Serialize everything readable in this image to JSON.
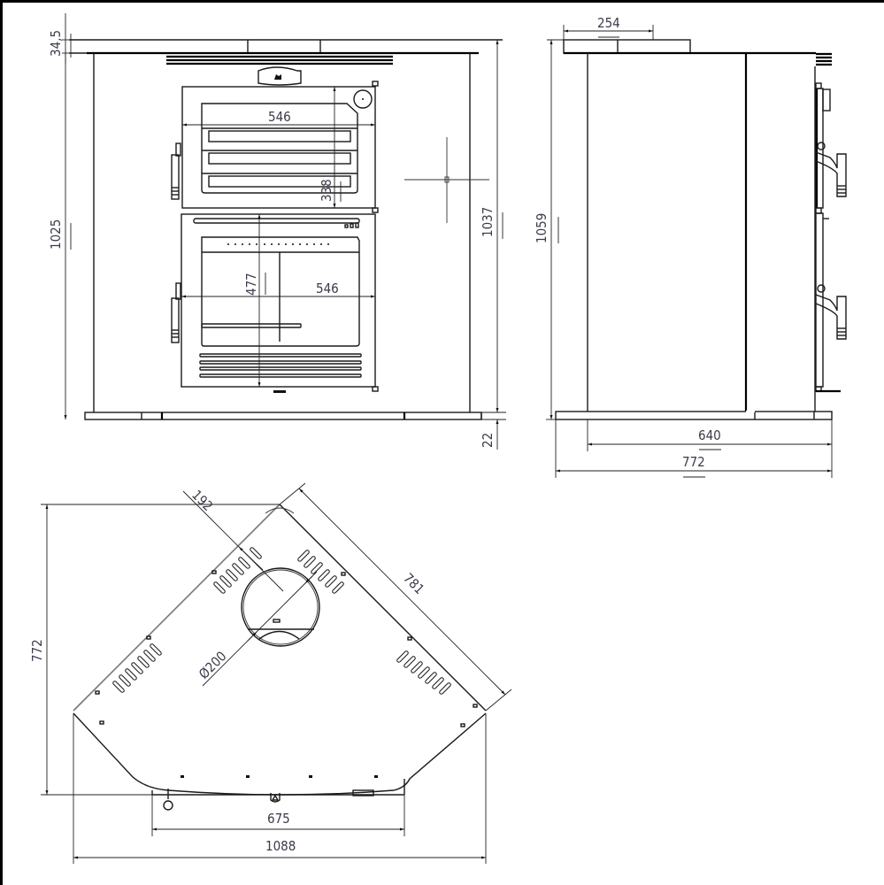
{
  "drawing": {
    "subject": "Corner stove technical drawing",
    "colors": {
      "line": "#1a1a1a",
      "dimension_text": "#3a3a4a",
      "frame": "#000000"
    }
  },
  "front_view": {
    "dimensions": {
      "top_plate_height": "34,5",
      "body_height": "1025",
      "total_height": "1037",
      "feet_height": "22",
      "oven_width": "546",
      "oven_height": "338",
      "firebox_width": "546",
      "firebox_height": "477"
    }
  },
  "side_view": {
    "dimensions": {
      "flue_offset": "254",
      "total_height": "1059",
      "body_depth": "640",
      "total_depth": "772"
    }
  },
  "top_view": {
    "dimensions": {
      "flue_distance": "192",
      "diagonal_length": "781",
      "flue_diameter": "Ø200",
      "depth": "772",
      "front_width": "675",
      "total_width": "1088"
    }
  }
}
